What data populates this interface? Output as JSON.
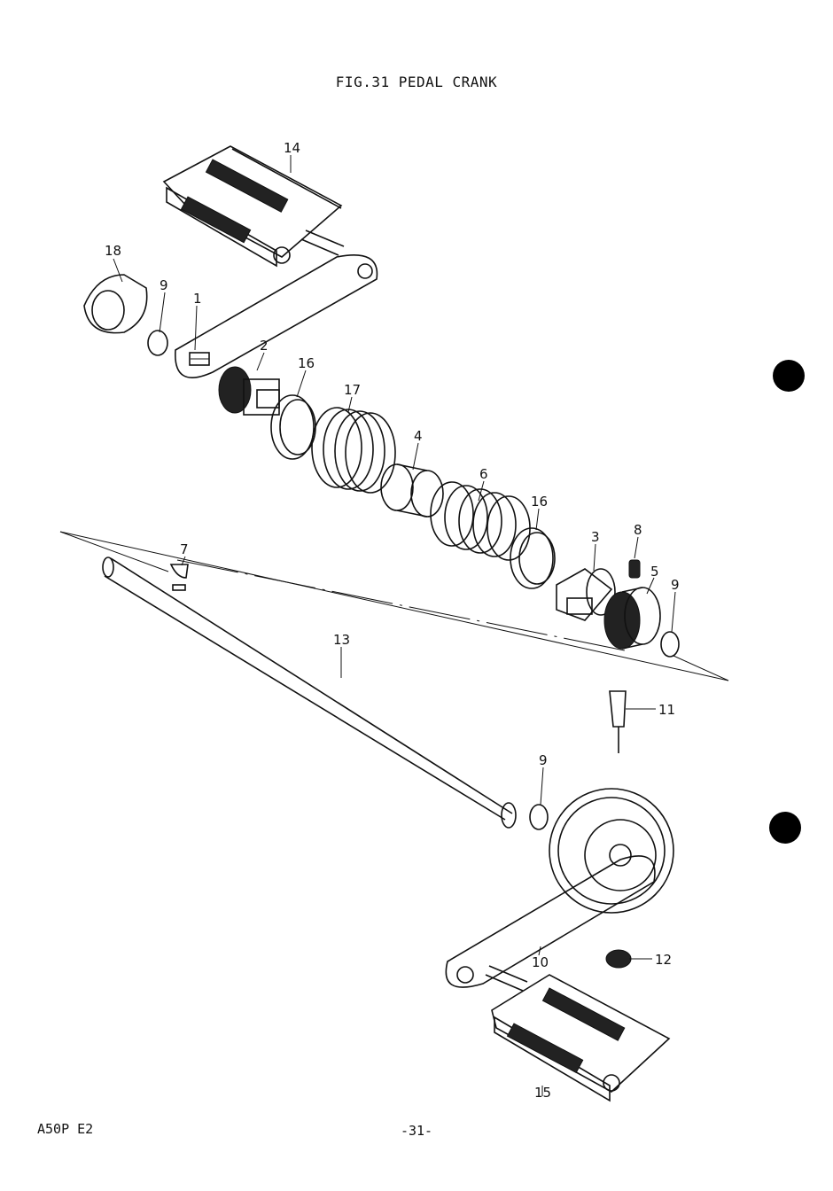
{
  "title": "FIG.31  PEDAL CRANK",
  "footer": {
    "model": "A50P E2",
    "page": "-31-"
  },
  "labels": {
    "p1": "1",
    "p2": "2",
    "p3": "3",
    "p4": "4",
    "p5": "5",
    "p6": "6",
    "p7": "7",
    "p8": "8",
    "p9a": "9",
    "p9b": "9",
    "p9c": "9",
    "p10": "10",
    "p11": "11",
    "p12": "12",
    "p13": "13",
    "p14": "14",
    "p15": "15",
    "p16a": "16",
    "p16b": "16",
    "p17": "17",
    "p18": "18"
  }
}
